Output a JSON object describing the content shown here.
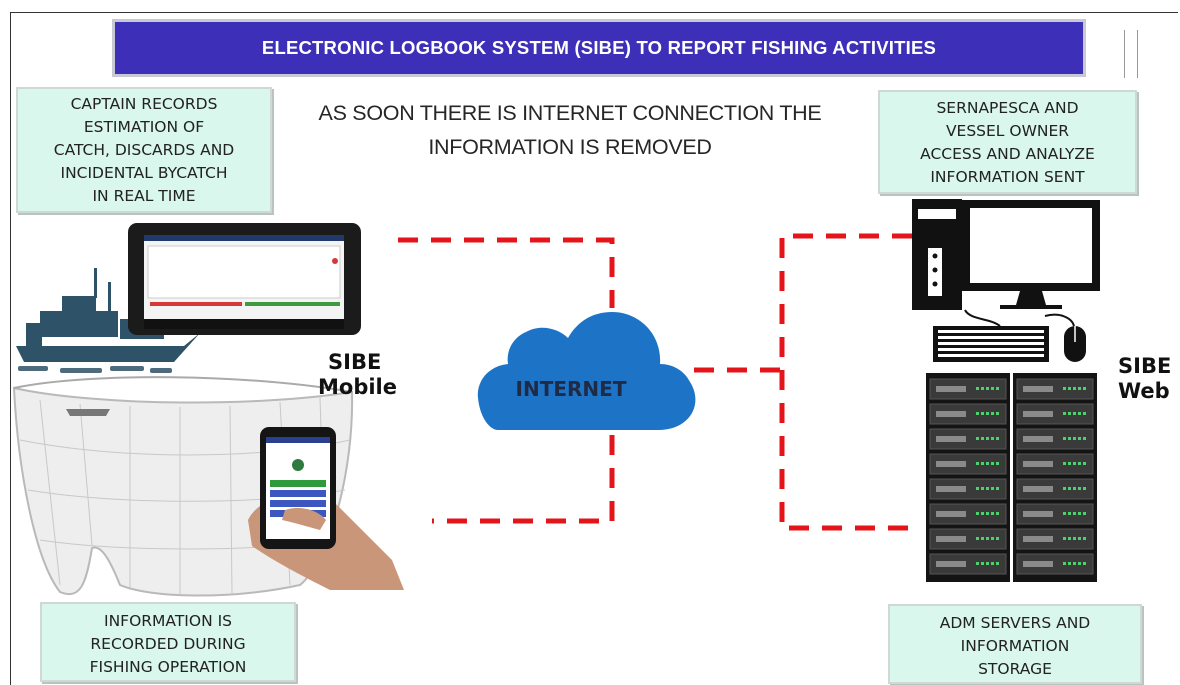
{
  "title": "ELECTRONIC LOGBOOK SYSTEM (SIBE) TO REPORT FISHING ACTIVITIES",
  "headline": [
    "AS SOON THERE IS INTERNET CONNECTION THE",
    "INFORMATION IS REMOVED"
  ],
  "notes": {
    "captain": [
      "CAPTAIN RECORDS",
      "ESTIMATION OF",
      "CATCH, DISCARDS AND",
      "INCIDENTAL BYCATCH",
      "IN REAL TIME"
    ],
    "sernapesca": [
      "SERNAPESCA AND",
      "VESSEL OWNER",
      "ACCESS AND ANALYZE",
      "INFORMATION SENT"
    ],
    "recorded": [
      "INFORMATION IS",
      "RECORDED DURING",
      "FISHING OPERATION"
    ],
    "servers": [
      "ADM SERVERS AND",
      "INFORMATION",
      "STORAGE"
    ]
  },
  "labels": {
    "mobile": [
      "SIBE",
      "Mobile"
    ],
    "web": [
      "SIBE",
      "Web"
    ],
    "cloud": "INTERNET"
  },
  "colors": {
    "title_bg": "#3d2fb8",
    "note_bg": "#d9f7ec",
    "connector": "#e4141b",
    "cloud": "#1d73c6",
    "boat": "#2e5267"
  }
}
